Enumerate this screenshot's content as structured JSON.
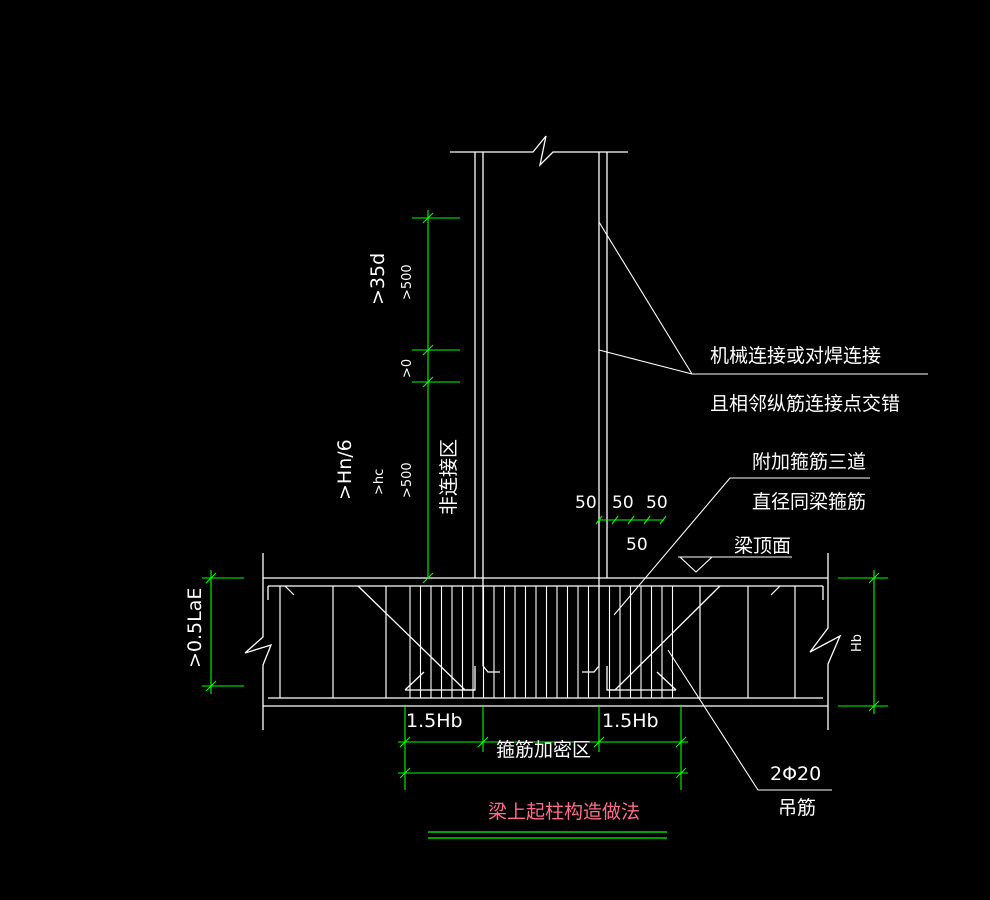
{
  "colors": {
    "background": "#000000",
    "line": "#ffffff",
    "dimension": "#00ff00",
    "title": "#ff6b8b",
    "title_underline": "#00ff00"
  },
  "annotations": {
    "mech_line1": "机械连接或对焊连接",
    "mech_line2": "且相邻纵筋连接点交错",
    "extra_line1": "附加箍筋三道",
    "extra_line2": "直径同梁箍筋",
    "beam_top": "梁顶面",
    "hanger_line1": "2Φ20",
    "hanger_line2": "吊筋",
    "non_connect_zone": "非连接区",
    "densify_zone": "箍筋加密区"
  },
  "dimensions": {
    "left_35d": ">35d",
    "left_500_top": ">500",
    "left_gap": ">0",
    "left_hn6": ">Hn/6",
    "left_hc": ">hc",
    "left_500_bottom": ">500",
    "spacing_a": "50",
    "spacing_b": "50",
    "spacing_c": "50",
    "spacing_d": "50",
    "half_lae": ">0.5LaE",
    "hb_right": "Hb",
    "hb_left_span": "1.5Hb",
    "hb_right_span": "1.5Hb"
  },
  "title": "梁上起柱构造做法"
}
